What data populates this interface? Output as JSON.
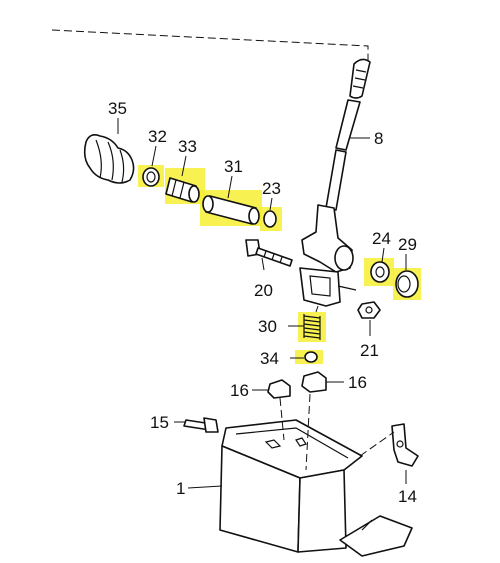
{
  "diagram": {
    "highlight_color": "#f6ee33",
    "line_color": "#111111",
    "callouts": [
      {
        "id": "35",
        "label": "35"
      },
      {
        "id": "32",
        "label": "32"
      },
      {
        "id": "33",
        "label": "33"
      },
      {
        "id": "31",
        "label": "31"
      },
      {
        "id": "23",
        "label": "23"
      },
      {
        "id": "8",
        "label": "8"
      },
      {
        "id": "24",
        "label": "24"
      },
      {
        "id": "29",
        "label": "29"
      },
      {
        "id": "20",
        "label": "20"
      },
      {
        "id": "30",
        "label": "30"
      },
      {
        "id": "21",
        "label": "21"
      },
      {
        "id": "34",
        "label": "34"
      },
      {
        "id": "16a",
        "label": "16"
      },
      {
        "id": "16b",
        "label": "16"
      },
      {
        "id": "15",
        "label": "15"
      },
      {
        "id": "1",
        "label": "1"
      },
      {
        "id": "14",
        "label": "14"
      }
    ],
    "highlighted_parts": [
      "32",
      "33",
      "31",
      "23",
      "24",
      "29",
      "30",
      "34"
    ]
  }
}
